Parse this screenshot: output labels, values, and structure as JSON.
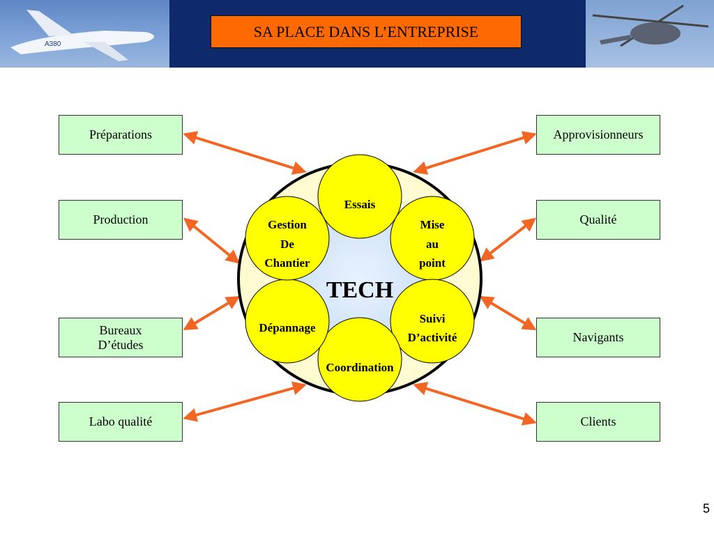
{
  "header": {
    "title": "SA PLACE DANS L’ENTREPRISE",
    "left_image": "Airbus A380 aircraft photo",
    "right_image": "helicopter photo"
  },
  "center": {
    "label": "TECH",
    "circles": [
      {
        "lines": [
          "Essais"
        ]
      },
      {
        "lines": [
          "Mise",
          "au",
          "point"
        ]
      },
      {
        "lines": [
          "Suivi",
          "D’activité"
        ]
      },
      {
        "lines": [
          "Coordination"
        ]
      },
      {
        "lines": [
          "Dépannage"
        ]
      },
      {
        "lines": [
          "Gestion",
          "De",
          "Chantier"
        ]
      }
    ]
  },
  "left_boxes": [
    "Préparations",
    "Production",
    "Bureaux\nD’études",
    "Labo qualité"
  ],
  "right_boxes": [
    "Approvisionneurs",
    "Qualité",
    "Navigants",
    "Clients"
  ],
  "page_number": "5",
  "colors": {
    "header_background": "#0e2a6b",
    "title_background": "#ff6a00",
    "box_background": "#ccffcc",
    "circle_fill": "#ffff00",
    "arrow": "#f26522"
  }
}
